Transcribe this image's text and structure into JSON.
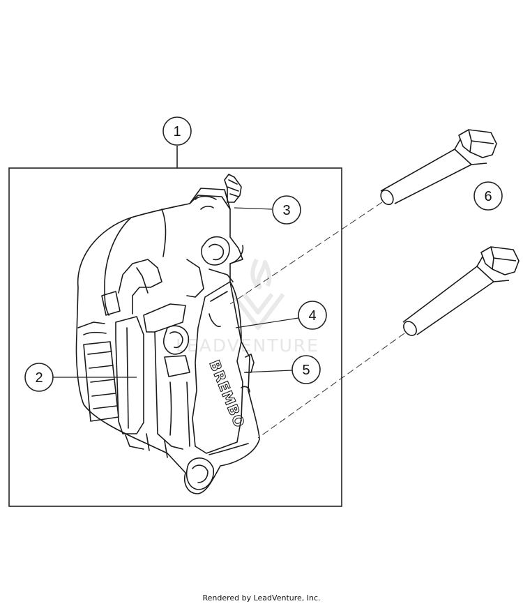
{
  "callouts": {
    "c1": "1",
    "c2": "2",
    "c3": "3",
    "c4": "4",
    "c5": "5",
    "c6": "6"
  },
  "caliper_brand": "BREMBO",
  "watermark": {
    "text": "LEADVENTURE",
    "logo_icon": "flame-v-logo-icon"
  },
  "footer": {
    "text": "Rendered by LeadVenture, Inc."
  },
  "colors": {
    "line": "#111111",
    "watermark": "#e6e6e6",
    "background": "#ffffff"
  }
}
